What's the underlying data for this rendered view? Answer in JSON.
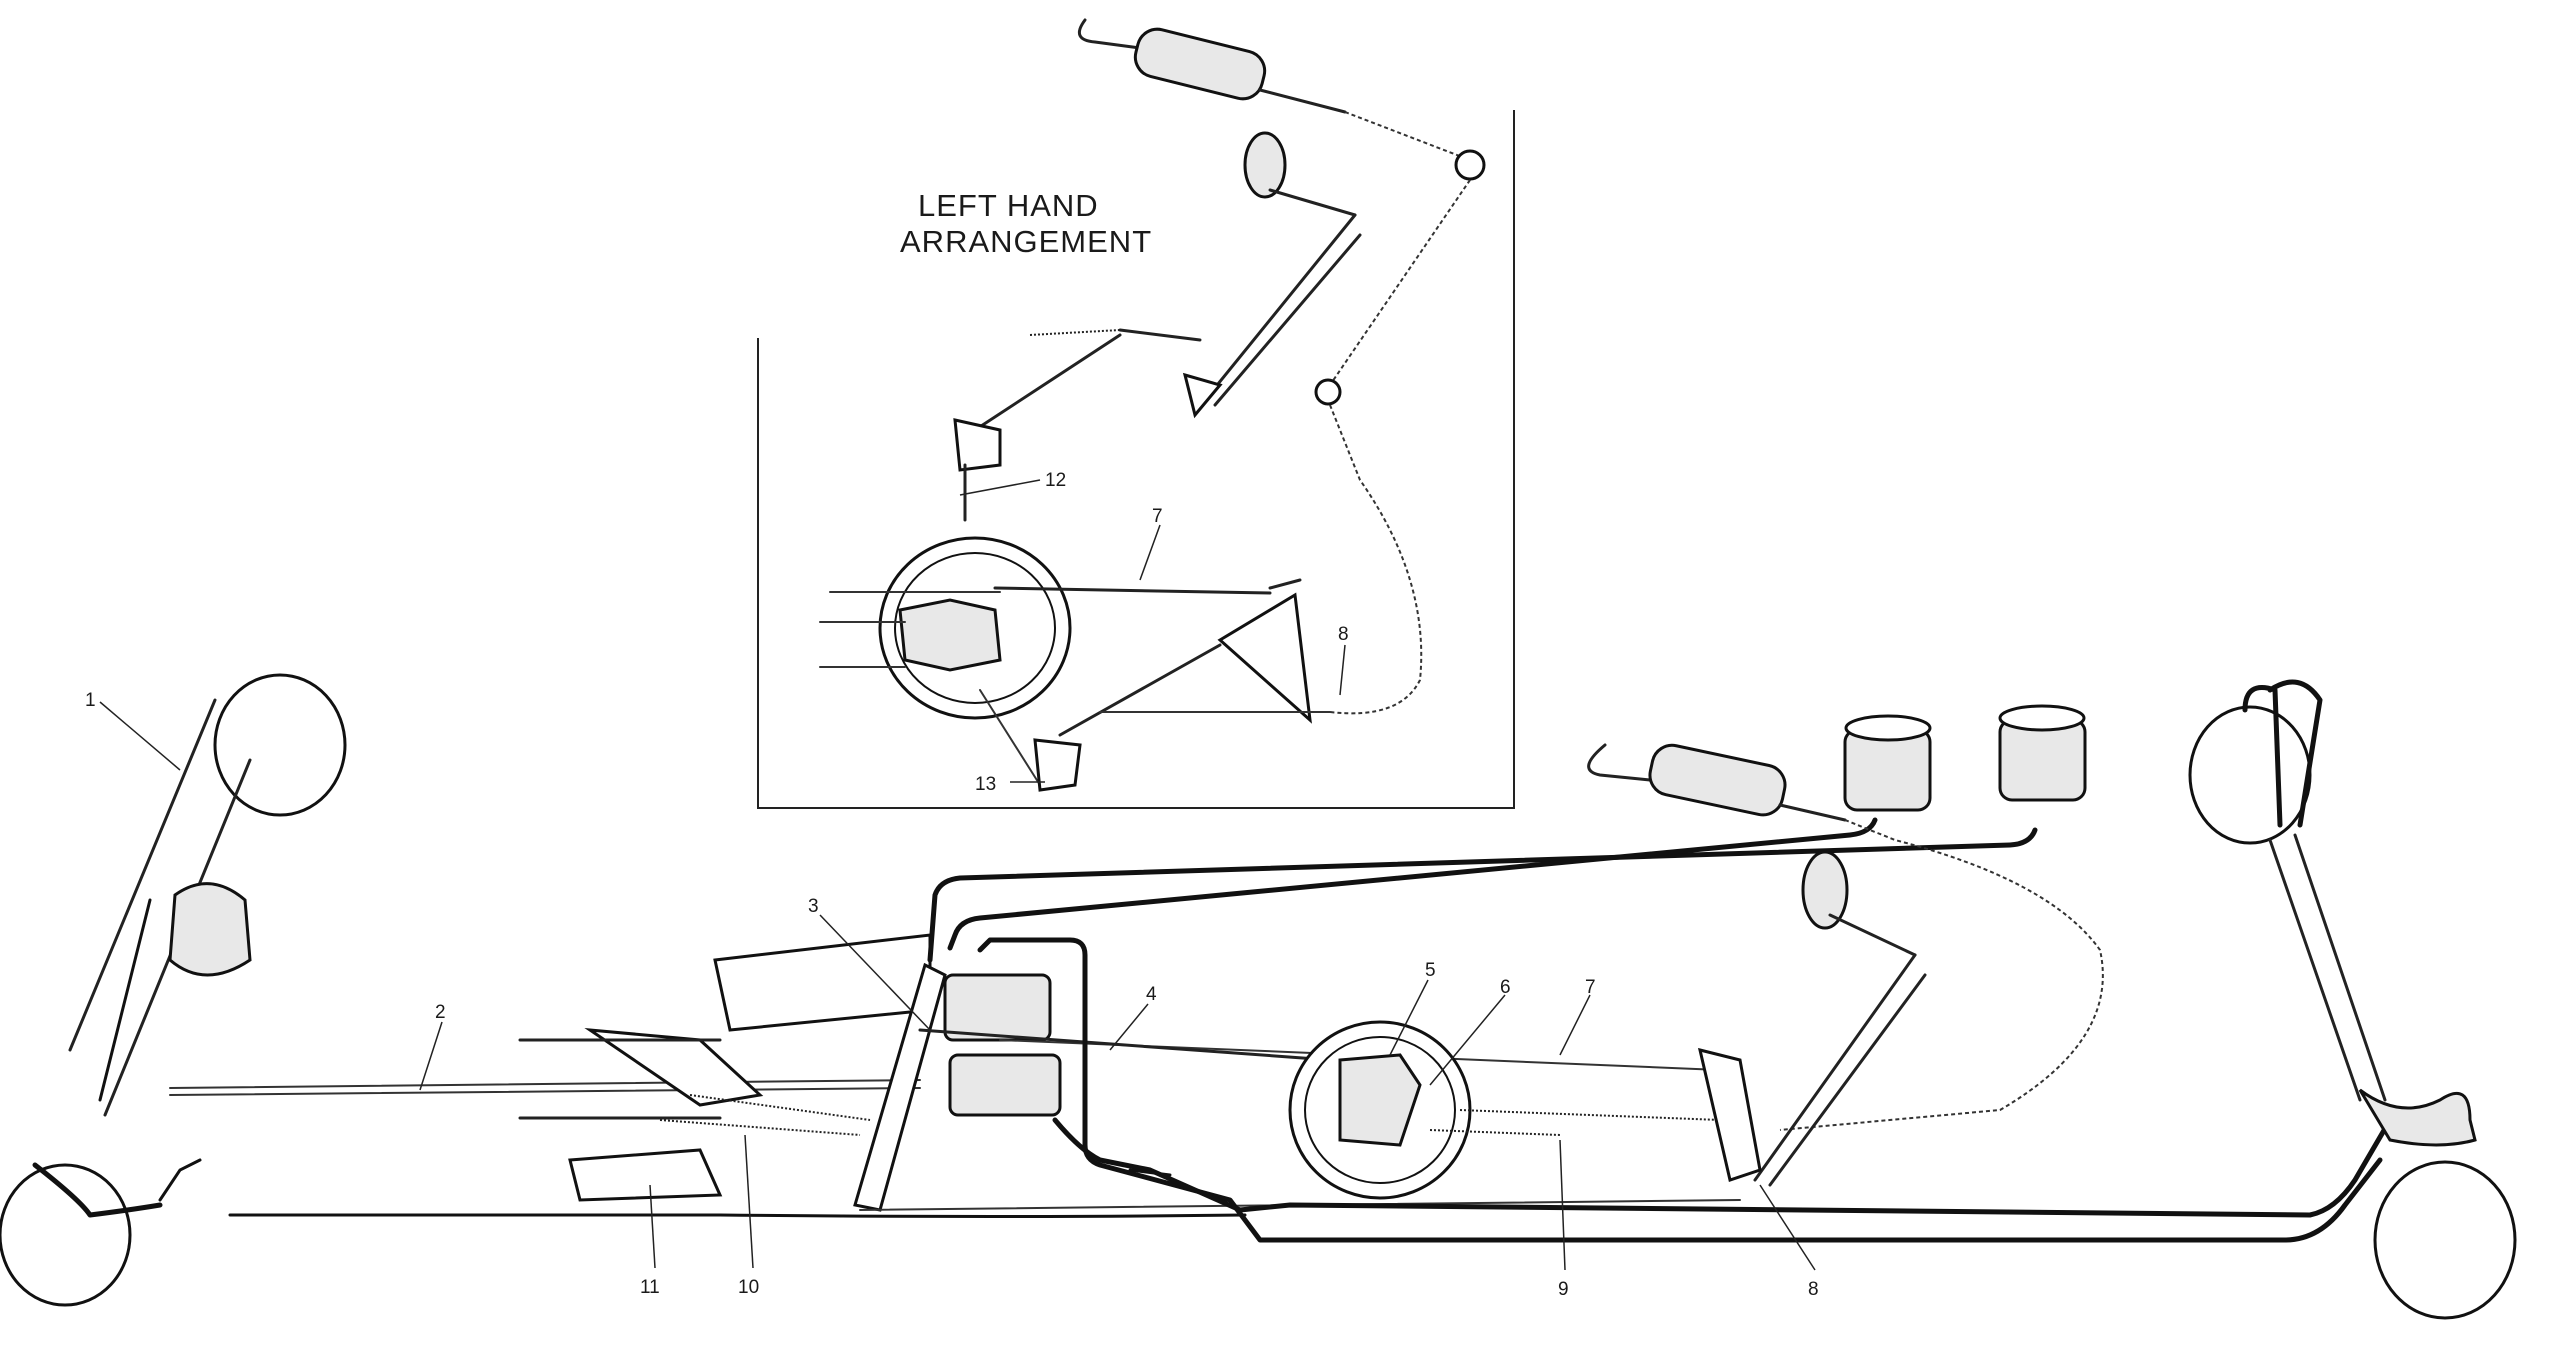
{
  "inset": {
    "title_line1": "LEFT HAND",
    "title_line2": "ARRANGEMENT",
    "callouts": {
      "c12": "12",
      "c7": "7",
      "c8": "8",
      "c13": "13"
    }
  },
  "callouts": {
    "c1": "1",
    "c2": "2",
    "c3": "3",
    "c4": "4",
    "c5": "5",
    "c6": "6",
    "c7": "7",
    "c8": "8",
    "c9": "9",
    "c10": "10",
    "c11": "11"
  }
}
